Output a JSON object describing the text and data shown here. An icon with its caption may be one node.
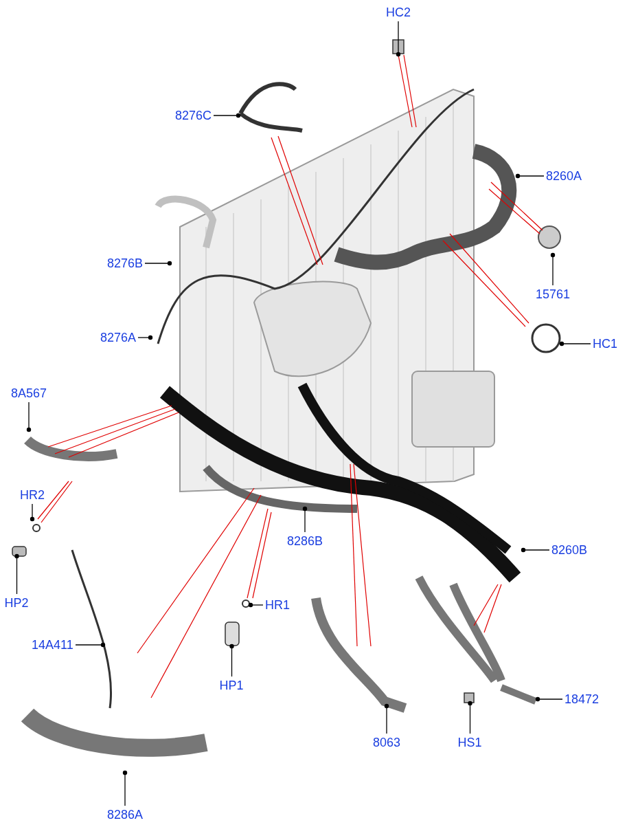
{
  "diagram": {
    "nodes": [
      {
        "text": [
          "HC2"
        ]
      },
      {
        "text": [
          "8276C"
        ]
      },
      {
        "text": [
          "8260A"
        ]
      },
      {
        "text": [
          "15761"
        ]
      },
      {
        "text": [
          "8276B"
        ]
      },
      {
        "text": [
          "HC1"
        ]
      },
      {
        "text": [
          "8276A"
        ]
      },
      {
        "text": [
          "8A567"
        ]
      },
      {
        "text": [
          "HR2"
        ]
      },
      {
        "text": [
          "HP2"
        ]
      },
      {
        "text": [
          "8286B"
        ]
      },
      {
        "text": [
          "8260B"
        ]
      },
      {
        "text": [
          "HR1"
        ]
      },
      {
        "text": [
          "14A411"
        ]
      },
      {
        "text": [
          "HP1"
        ]
      },
      {
        "text": [
          "18472"
        ]
      },
      {
        "text": [
          "8063"
        ]
      },
      {
        "text": [
          "HS1"
        ]
      },
      {
        "text": [
          "8286A"
        ]
      }
    ],
    "edges": [
      {
        "from": 0,
        "to": null,
        "arrow": "other"
      },
      {
        "from": 1,
        "to": null,
        "arrow": "other"
      },
      {
        "from": 2,
        "to": null,
        "arrow": "other"
      },
      {
        "from": 3,
        "to": null,
        "arrow": "other"
      },
      {
        "from": 4,
        "to": null,
        "arrow": "other"
      },
      {
        "from": 5,
        "to": null,
        "arrow": "other"
      },
      {
        "from": 6,
        "to": null,
        "arrow": "other"
      },
      {
        "from": 7,
        "to": null,
        "arrow": "other"
      },
      {
        "from": 8,
        "to": null,
        "arrow": "other"
      },
      {
        "from": 9,
        "to": null,
        "arrow": "other"
      },
      {
        "from": 10,
        "to": null,
        "arrow": "other"
      },
      {
        "from": 11,
        "to": null,
        "arrow": "other"
      },
      {
        "from": 12,
        "to": null,
        "arrow": "other"
      },
      {
        "from": 13,
        "to": null,
        "arrow": "other"
      },
      {
        "from": 14,
        "to": null,
        "arrow": "other"
      },
      {
        "from": 15,
        "to": null,
        "arrow": "other"
      },
      {
        "from": 16,
        "to": null,
        "arrow": "other"
      },
      {
        "from": 17,
        "to": null,
        "arrow": "other"
      },
      {
        "from": 18,
        "to": null,
        "arrow": "other"
      }
    ]
  }
}
